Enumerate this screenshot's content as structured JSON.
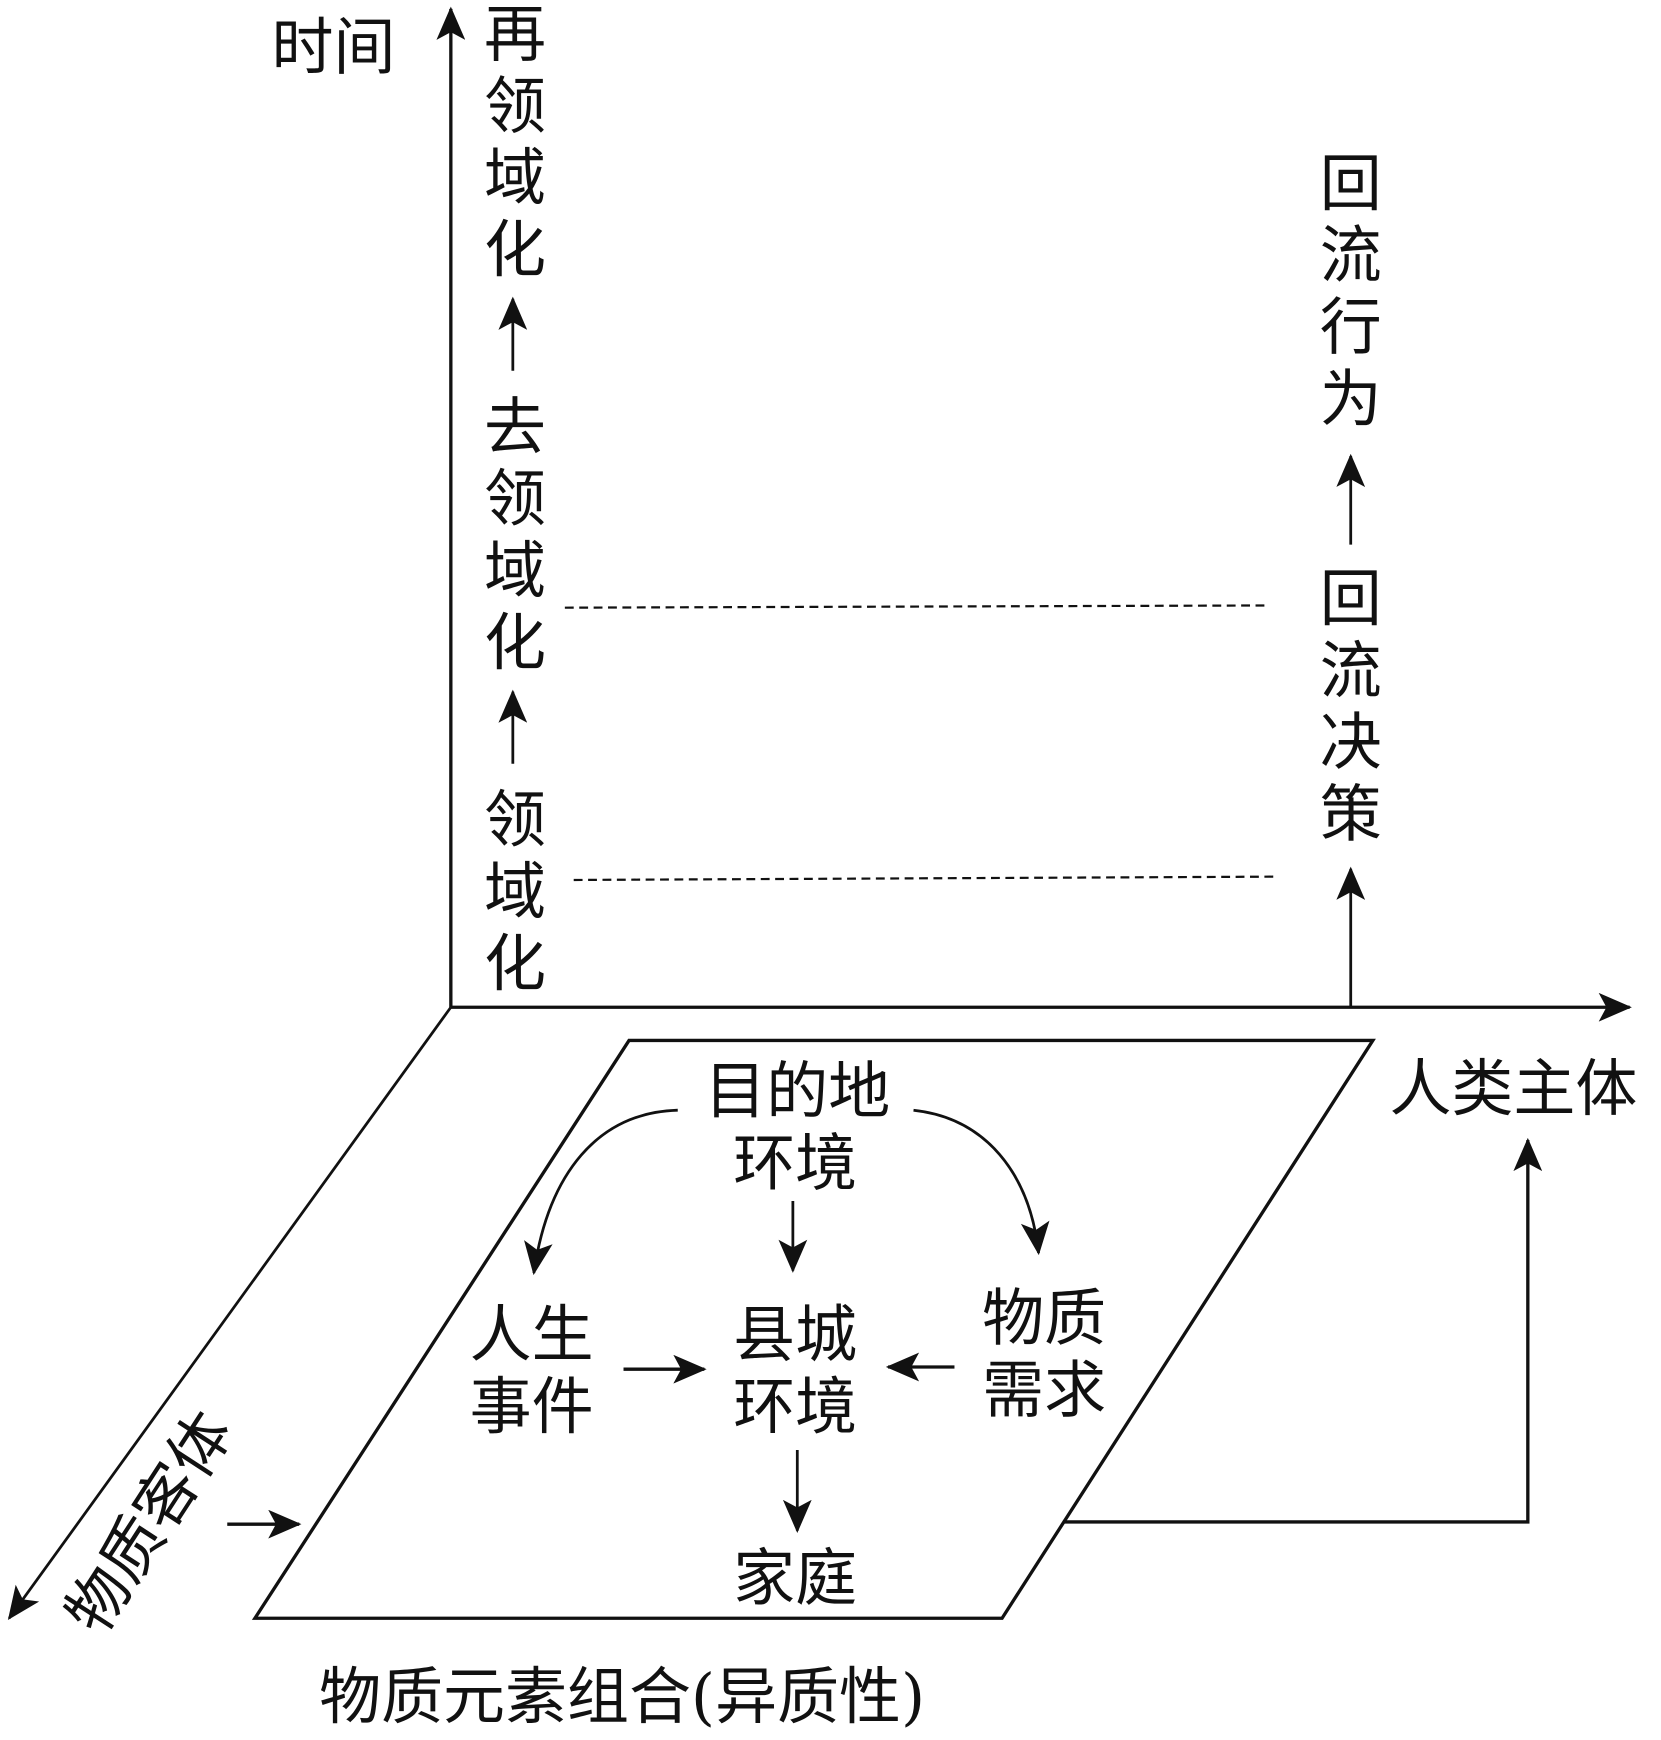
{
  "axes": {
    "time": "时间",
    "human_subject": "人类主体",
    "material_object": "物质客体",
    "material_combination": "物质元素组合(异质性)"
  },
  "left_column": {
    "reterritorialization": [
      "再",
      "领",
      "域",
      "化"
    ],
    "deterritorialization": [
      "去",
      "领",
      "域",
      "化"
    ],
    "territorialization": [
      "领",
      "域",
      "化"
    ]
  },
  "right_column": {
    "return_behavior": [
      "回",
      "流",
      "行",
      "为"
    ],
    "return_decision": [
      "回",
      "流",
      "决",
      "策"
    ]
  },
  "plane": {
    "destination": [
      "目的地",
      "环境"
    ],
    "life_events": [
      "人生",
      "事件"
    ],
    "county": [
      "县城",
      "环境"
    ],
    "material_needs": [
      "物质",
      "需求"
    ],
    "family": "家庭"
  }
}
